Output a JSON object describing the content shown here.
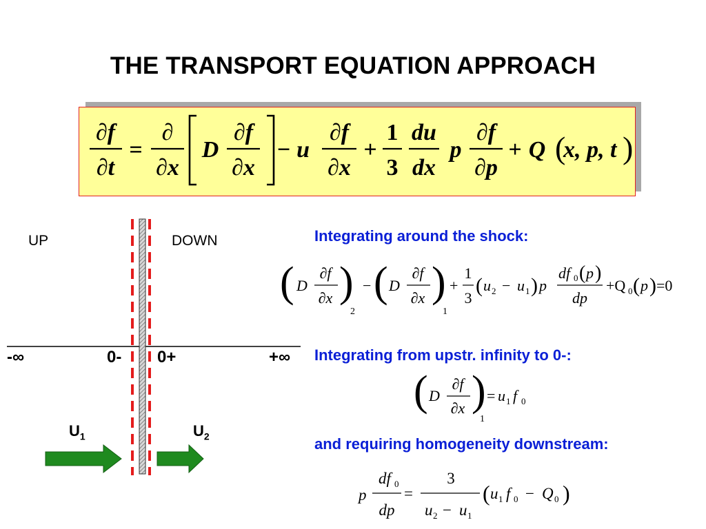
{
  "slide": {
    "title": "THE TRANSPORT EQUATION APPROACH",
    "main_equation": {
      "lhs_num": "∂f",
      "lhs_den": "∂t",
      "eq": "=",
      "d_num": "∂",
      "d_den": "∂x",
      "D": "D",
      "df_num": "∂f",
      "df_den": "∂x",
      "minus_u": "− u",
      "ux_num": "∂f",
      "ux_den": "∂x",
      "plus1": "+",
      "third_num": "1",
      "third_den": "3",
      "du_num": "du",
      "du_den": "dx",
      "p": "p",
      "dp_num": "∂f",
      "dp_den": "∂p",
      "plus2": "+",
      "Q": "Q",
      "args": "x, p, t"
    },
    "diagram": {
      "up_label": "UP",
      "down_label": "DOWN",
      "minus_inf": "-∞",
      "zero_minus": "0-",
      "zero_plus": "0+",
      "plus_inf": "+∞",
      "u1_base": "U",
      "u1_sub": "1",
      "u2_base": "U",
      "u2_sub": "2",
      "colors": {
        "shock_dash": "#e41c1c",
        "arrow": "#1f8a1f",
        "wall": "#9a9a9a"
      }
    },
    "sections": {
      "integrating_shock": "Integrating around the shock:",
      "integrating_upstream": "Integrating from upstr. infinity to 0-:",
      "homogeneity": "and requiring homogeneity downstream:"
    },
    "eq1": {
      "D1": "D",
      "num1": "∂f",
      "den1": "∂x",
      "sub2": "2",
      "minus": "−",
      "D2": "D",
      "num2": "∂f",
      "den2": "∂x",
      "sub1": "1",
      "plus": "+",
      "third_num": "1",
      "third_den": "3",
      "u2": "u",
      "u2sub": "2",
      "minus2": "−",
      "u1": "u",
      "u1sub": "1",
      "p": "p",
      "df_num": "df",
      "df_sub": "0",
      "df_arg": "p",
      "df_den": "dp",
      "plusQ": "+Q",
      "Q_sub": "0",
      "Q_arg": "p",
      "eq0": "=0"
    },
    "eq2": {
      "D": "D",
      "num": "∂f",
      "den": "∂x",
      "sub": "1",
      "eq": "=",
      "u": "u",
      "u_sub": "1",
      "f": "f",
      "f_sub": "0"
    },
    "eq3": {
      "p": "p",
      "num": "df",
      "num_sub": "0",
      "den": "dp",
      "eq": "=",
      "three": "3",
      "den_u2": "u",
      "den_u2_sub": "2",
      "den_minus": "−",
      "den_u1": "u",
      "den_u1_sub": "1",
      "u1": "u",
      "u1_sub": "1",
      "f": "f",
      "f_sub": "0",
      "minus": "−",
      "Q": "Q",
      "Q_sub": "0"
    }
  }
}
